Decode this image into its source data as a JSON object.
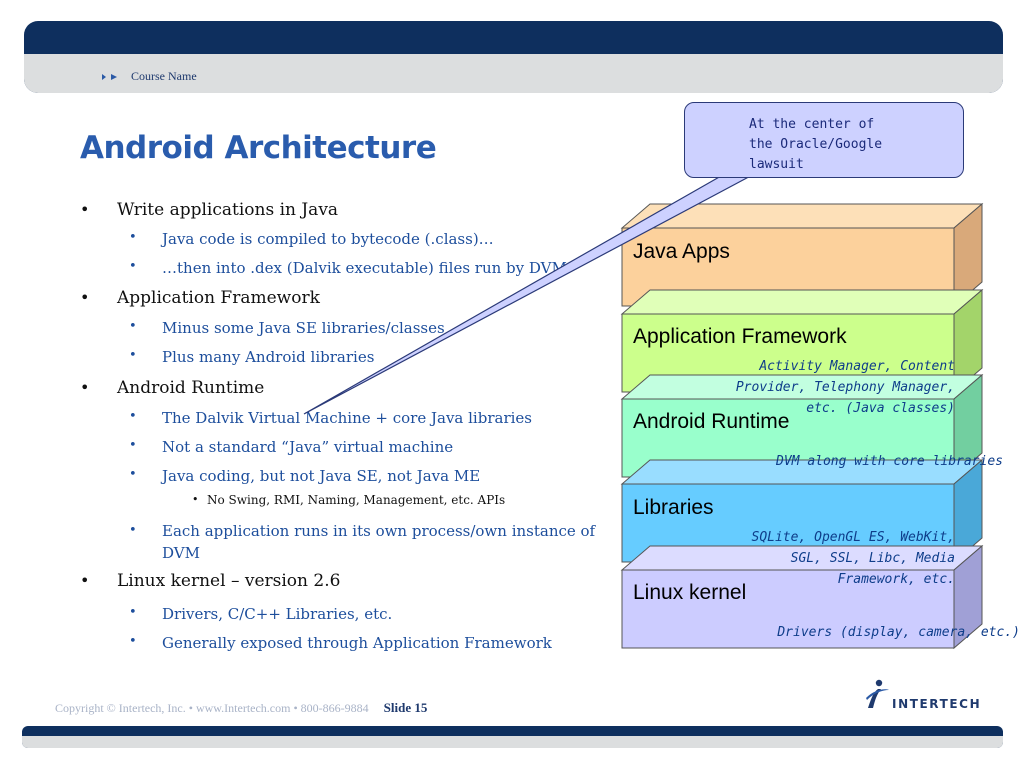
{
  "header": {
    "course_name": "Course Name"
  },
  "title": "Android Architecture",
  "bullets": [
    {
      "level": 1,
      "text": "Write applications in Java"
    },
    {
      "level": 2,
      "text": "Java code is compiled to bytecode (.class)…"
    },
    {
      "level": 2,
      "text": "…then into .dex (Dalvik executable) files run by DVM"
    },
    {
      "level": 1,
      "text": "Application Framework"
    },
    {
      "level": 2,
      "text": "Minus some Java SE libraries/classes"
    },
    {
      "level": 2,
      "text": "Plus many Android libraries"
    },
    {
      "level": 1,
      "text": "Android Runtime"
    },
    {
      "level": 2,
      "text": "The Dalvik Virtual Machine + core Java libraries"
    },
    {
      "level": 2,
      "text": "Not a standard “Java” virtual  machine"
    },
    {
      "level": 2,
      "text": "Java coding, but not Java SE, not Java ME"
    },
    {
      "level": 3,
      "text": "No Swing, RMI, Naming, Management, etc. APIs"
    },
    {
      "level": 2,
      "text": "Each application runs in its own process/own instance of DVM"
    },
    {
      "level": 1,
      "text": "Linux kernel – version 2.6"
    },
    {
      "level": 2,
      "text": "Drivers, C/C++ Libraries, etc."
    },
    {
      "level": 2,
      "text": "Generally exposed through Application Framework"
    }
  ],
  "callout": {
    "lines": [
      "At the center of",
      "the Oracle/Google",
      "lawsuit"
    ]
  },
  "stack": [
    {
      "label": "Java Apps",
      "desc": [],
      "color_front": "#fcd19c",
      "color_top": "#fde0b8",
      "color_side": "#d9a97a"
    },
    {
      "label": "Application Framework",
      "desc": [
        "Activity Manager, Content",
        "Provider, Telephony Manager,",
        "etc. (Java classes)"
      ],
      "color_front": "#ccff8c",
      "color_top": "#e0ffb8",
      "color_side": "#a3d46a"
    },
    {
      "label": "Android Runtime",
      "desc": [
        "DVM along with core libraries"
      ],
      "color_front": "#99ffcc",
      "color_top": "#c2ffe0",
      "color_side": "#72cfa0"
    },
    {
      "label": "Libraries",
      "desc": [
        "SQLite, OpenGL ES, WebKit,",
        "SGL, SSL, Libc, Media",
        "Framework, etc."
      ],
      "color_front": "#66ccff",
      "color_top": "#99ddff",
      "color_side": "#4aa8d8"
    },
    {
      "label": "Linux kernel",
      "desc": [
        "Drivers (display, camera, etc.)"
      ],
      "color_front": "#ccccff",
      "color_top": "#dcdcff",
      "color_side": "#a0a0d6"
    }
  ],
  "footer": {
    "copyright": "Copyright © Intertech, Inc. • www.Intertech.com • 800-866-9884",
    "slide": "Slide 15",
    "logo_text": "INTERTECH"
  }
}
